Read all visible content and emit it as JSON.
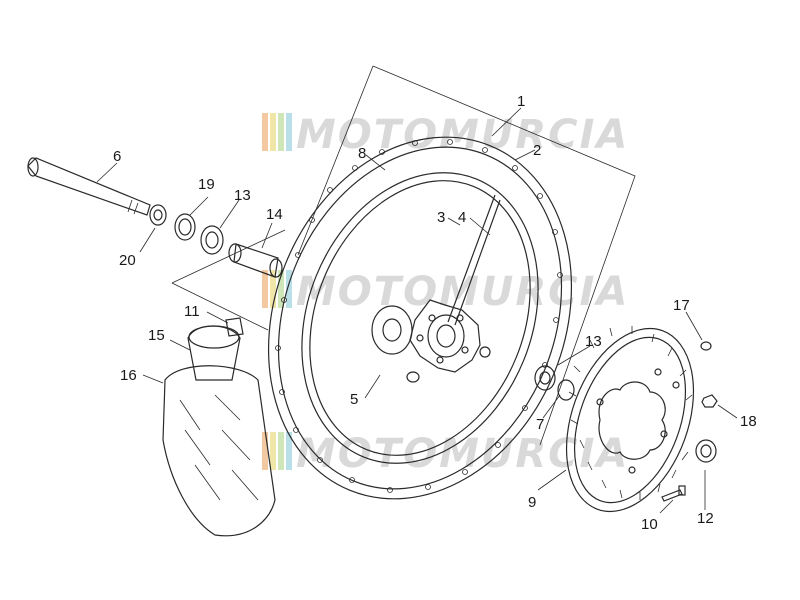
{
  "watermark": {
    "text": "MOTOMURCIA",
    "stripe_colors": [
      "#f2c9a0",
      "#f0e6a8",
      "#cfe7b8",
      "#b9e0e8"
    ]
  },
  "callouts": {
    "c1": "1",
    "c2": "2",
    "c3": "3",
    "c4": "4",
    "c5": "5",
    "c6": "6",
    "c7": "7",
    "c8": "8",
    "c9": "9",
    "c10": "10",
    "c11": "11",
    "c12": "12",
    "c13a": "13",
    "c13b": "13",
    "c14": "14",
    "c15": "15",
    "c16": "16",
    "c17": "17",
    "c18": "18",
    "c19": "19",
    "c20": "20"
  }
}
